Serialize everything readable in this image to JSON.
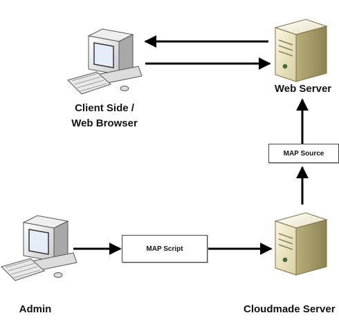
{
  "nodes": {
    "web_server": "Web Server",
    "client_line1": "Client Side /",
    "client_line2": "Web Browser",
    "admin": "Admin",
    "cloudmade": "Cloudmade Server"
  },
  "boxes": {
    "map_source": "MAP Source",
    "map_script": "MAP Script"
  }
}
